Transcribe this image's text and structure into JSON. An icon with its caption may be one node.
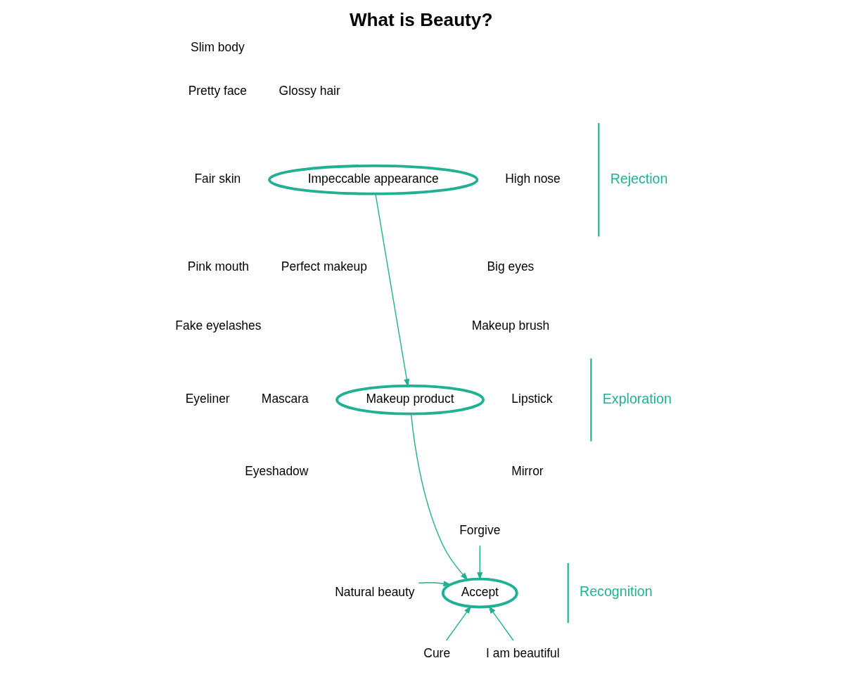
{
  "diagram": {
    "title": "What is Beauty?",
    "nodes": [
      {
        "text": [
          "Impeccable appearance"
        ]
      },
      {
        "text": [
          "Makeup product"
        ]
      },
      {
        "text": [
          "Natural beauty"
        ]
      },
      {
        "text": [
          "Forgive"
        ]
      },
      {
        "text": [
          "Accept"
        ]
      },
      {
        "text": [
          "I am beautiful"
        ]
      },
      {
        "text": [
          "Cure"
        ]
      }
    ],
    "edges": [
      {
        "from": 0,
        "to": 1,
        "arrow": "to"
      },
      {
        "from": 1,
        "to": 4,
        "arrow": "to"
      },
      {
        "from": 2,
        "to": 4,
        "arrow": "to"
      },
      {
        "from": 3,
        "to": 4,
        "arrow": "to"
      },
      {
        "from": 5,
        "to": 4,
        "arrow": "to"
      },
      {
        "from": 6,
        "to": 4,
        "arrow": "to"
      }
    ],
    "labels": [
      "Slim body",
      "Pretty face",
      "Glossy hair",
      "Fair skin",
      "High nose",
      "Rejection",
      "Pink mouth",
      "Perfect makeup",
      "Big eyes",
      "Fake eyelashes",
      "Makeup brush",
      "Eyeliner",
      "Mascara",
      "Lipstick",
      "Exploration",
      "Eyeshadow",
      "Mirror",
      "Recognition"
    ]
  }
}
